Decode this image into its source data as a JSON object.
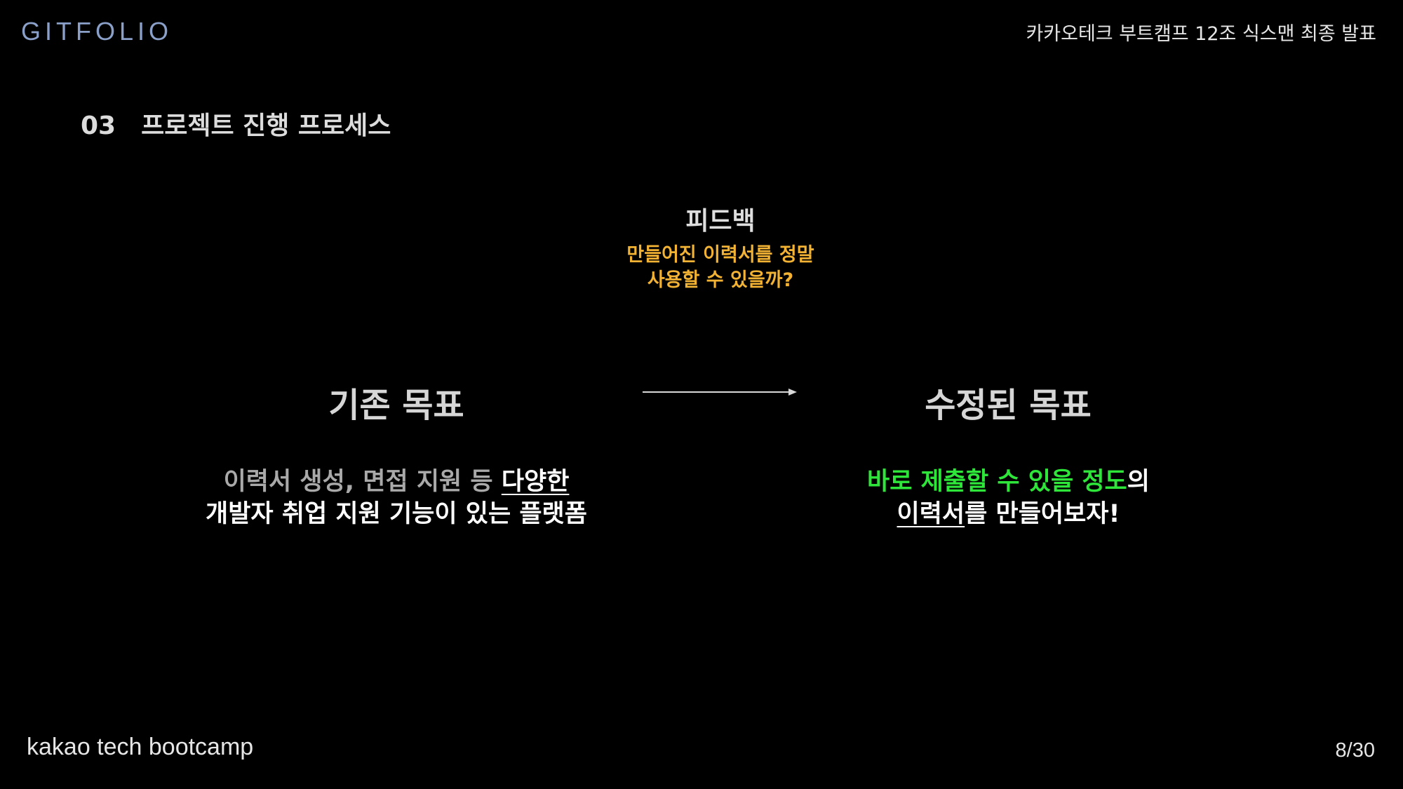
{
  "header": {
    "logo": "GITFOLIO",
    "title": "카카오테크 부트캠프 12조 식스맨 최종 발표"
  },
  "section": {
    "number": "03",
    "title": "프로젝트 진행 프로세스"
  },
  "feedback": {
    "title": "피드백",
    "question_line1": "만들어진 이력서를 정말",
    "question_line2": "사용할 수 있을까?"
  },
  "original_goal": {
    "heading": "기존 목표",
    "line1_plain": "이력서 생성, 면접 지원 등 ",
    "line1_underlined": "다양한",
    "line2": "개발자 취업 지원 기능이 있는 플랫폼"
  },
  "revised_goal": {
    "heading": "수정된 목표",
    "line1_highlight": "바로 제출할 수 있을 정도",
    "line1_suffix": "의",
    "line2_underlined": "이력서",
    "line2_suffix": "를 만들어보자!"
  },
  "footer": {
    "brand": "kakao tech bootcamp",
    "page": "8/30"
  },
  "colors": {
    "background": "#000000",
    "feedback_accent": "#f2b233",
    "highlight_green": "#2ee63a",
    "logo": "#8aa0c8"
  },
  "icons": {
    "arrow": "right-arrow-icon"
  }
}
